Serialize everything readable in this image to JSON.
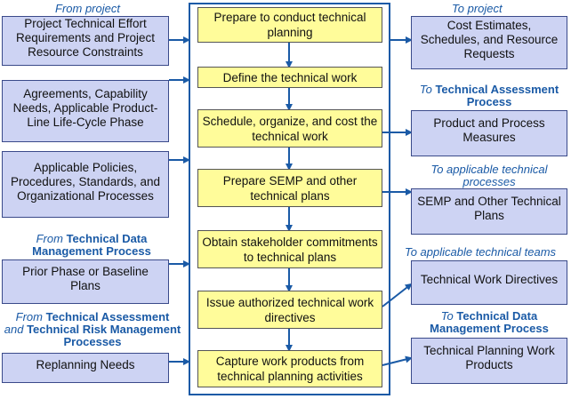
{
  "inputs": {
    "from_project_label": "From project",
    "project_effort": "Project Technical Effort Requirements and Project Resource Constraints",
    "agreements": "Agreements, Capability Needs, Applicable Product-Line Life-Cycle Phase",
    "policies": "Applicable Policies, Procedures, Standards, and Organizational Processes",
    "from_tdm_prefix": "From",
    "from_tdm_bold": "Technical Data Management Process",
    "prior_phase": "Prior Phase or Baseline Plans",
    "from_ta_prefix": "From",
    "from_ta_bold": "Technical Assessment",
    "and_word": "and",
    "from_trm_bold": "Technical Risk Management Processes",
    "replanning": "Replanning Needs"
  },
  "steps": [
    "Prepare to conduct technical planning",
    "Define the technical work",
    "Schedule, organize, and cost the technical work",
    "Prepare SEMP and other technical plans",
    "Obtain stakeholder commitments to technical plans",
    "Issue authorized technical work directives",
    "Capture work products from technical planning activities"
  ],
  "outputs": {
    "to_project_label": "To project",
    "cost_estimates": "Cost Estimates, Schedules, and Resource Requests",
    "to_tap_prefix": "To",
    "to_tap_bold": "Technical Assessment Process",
    "product_measures": "Product and Process Measures",
    "to_atp_label": "To applicable technical processes",
    "semp": "SEMP and Other Technical Plans",
    "to_teams_label": "To applicable technical teams",
    "directives": "Technical Work Directives",
    "to_tdm_prefix": "To",
    "to_tdm_bold": "Technical Data Management Process",
    "work_products": "Technical Planning Work Products"
  },
  "colors": {
    "input_fill": "#cdd3f3",
    "process_fill": "#fffc9a",
    "arrow_blue": "#1a5aa6",
    "label_blue": "#1a5aa6"
  }
}
